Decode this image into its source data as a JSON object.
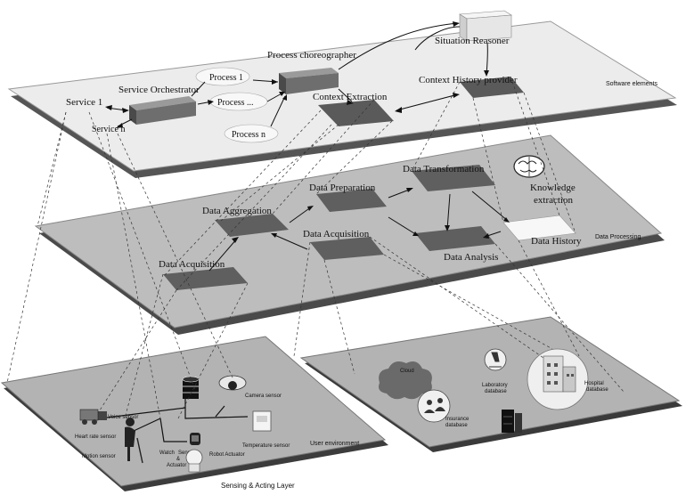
{
  "software_layer": {
    "label": "Software elements",
    "service_1": "Service 1",
    "service_n": "Service n",
    "service_orchestrator": "Service Orchestrator",
    "process_choreographer": "Process choreographer",
    "process_1": "Process 1",
    "process_dots": "Process ...",
    "process_n": "Process n",
    "context_extraction": "Context Extraction",
    "context_history_provider": "Context History provider",
    "situation_reasoner": "Situation Reasoner"
  },
  "processing_layer": {
    "label": "Data Processing",
    "data_acquisition_left": "Data Acquisition",
    "data_aggregation": "Data Aggregation",
    "data_preparation": "Data Preparation",
    "data_acquisition_center": "Data Acquisition",
    "data_transformation": "Data Transformation",
    "data_analysis": "Data Analysis",
    "data_history": "Data History",
    "knowledge_extraction_line1": "Knowledge",
    "knowledge_extraction_line2": "extraction"
  },
  "user_environment": {
    "label": "User environment",
    "voice_sensor": "Voice sensor",
    "heart_rate_sensor": "Heart rate sensor",
    "motion_sensor": "Motion sensor",
    "watch_label_1": "Watch",
    "watch_label_2": "Sensor",
    "watch_label_3": "&",
    "watch_label_4": "Actuator",
    "robot_actuator": "Robot Actuator",
    "camera_sensor": "Camera sensor",
    "temperature_sensor": "Temperature sensor"
  },
  "remote_environment": {
    "cloud": "Cloud",
    "laboratory_database_1": "Laboratory",
    "laboratory_database_2": "database",
    "insurance_database_1": "Insurance",
    "insurance_database_2": "database",
    "hospital_database_1": "Hospital",
    "hospital_database_2": "database"
  },
  "bottom_caption": "Sensing & Acting Layer",
  "colors": {
    "plane_top": "#ececec",
    "plane_mid": "#bdbdbd",
    "plane_bottom": "#b3b3b3",
    "plane_edge": "#3a3a3a",
    "module_fill": "#5a5a5a",
    "box_fill": "#6f6f6f"
  }
}
